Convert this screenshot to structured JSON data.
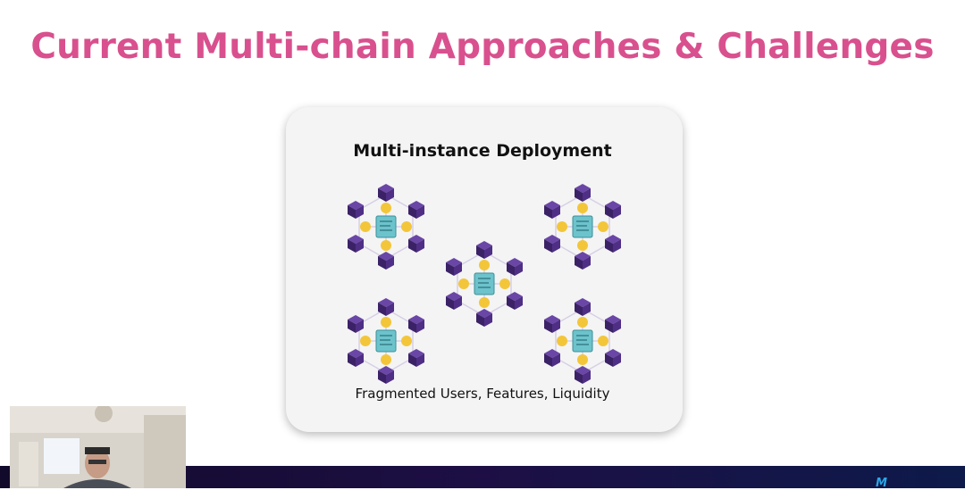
{
  "slide": {
    "title": "Current Multi-chain Approaches & Challenges"
  },
  "card": {
    "title": "Multi-instance Deployment",
    "caption": "Fragmented Users, Features, Liquidity"
  },
  "colors": {
    "title_pink": "#d9508e",
    "cube_purple": "#4a2b7a",
    "node_yellow": "#f3c63a",
    "contract_teal": "#5ab8c2"
  },
  "clusters": [
    {
      "name": "cluster-top-left",
      "icon": "blockchain-network-icon"
    },
    {
      "name": "cluster-top-right",
      "icon": "blockchain-network-icon"
    },
    {
      "name": "cluster-center",
      "icon": "blockchain-network-icon"
    },
    {
      "name": "cluster-bottom-left",
      "icon": "blockchain-network-icon"
    },
    {
      "name": "cluster-bottom-right",
      "icon": "blockchain-network-icon"
    }
  ],
  "webcam": {
    "icon": "presenter-video-feed"
  }
}
